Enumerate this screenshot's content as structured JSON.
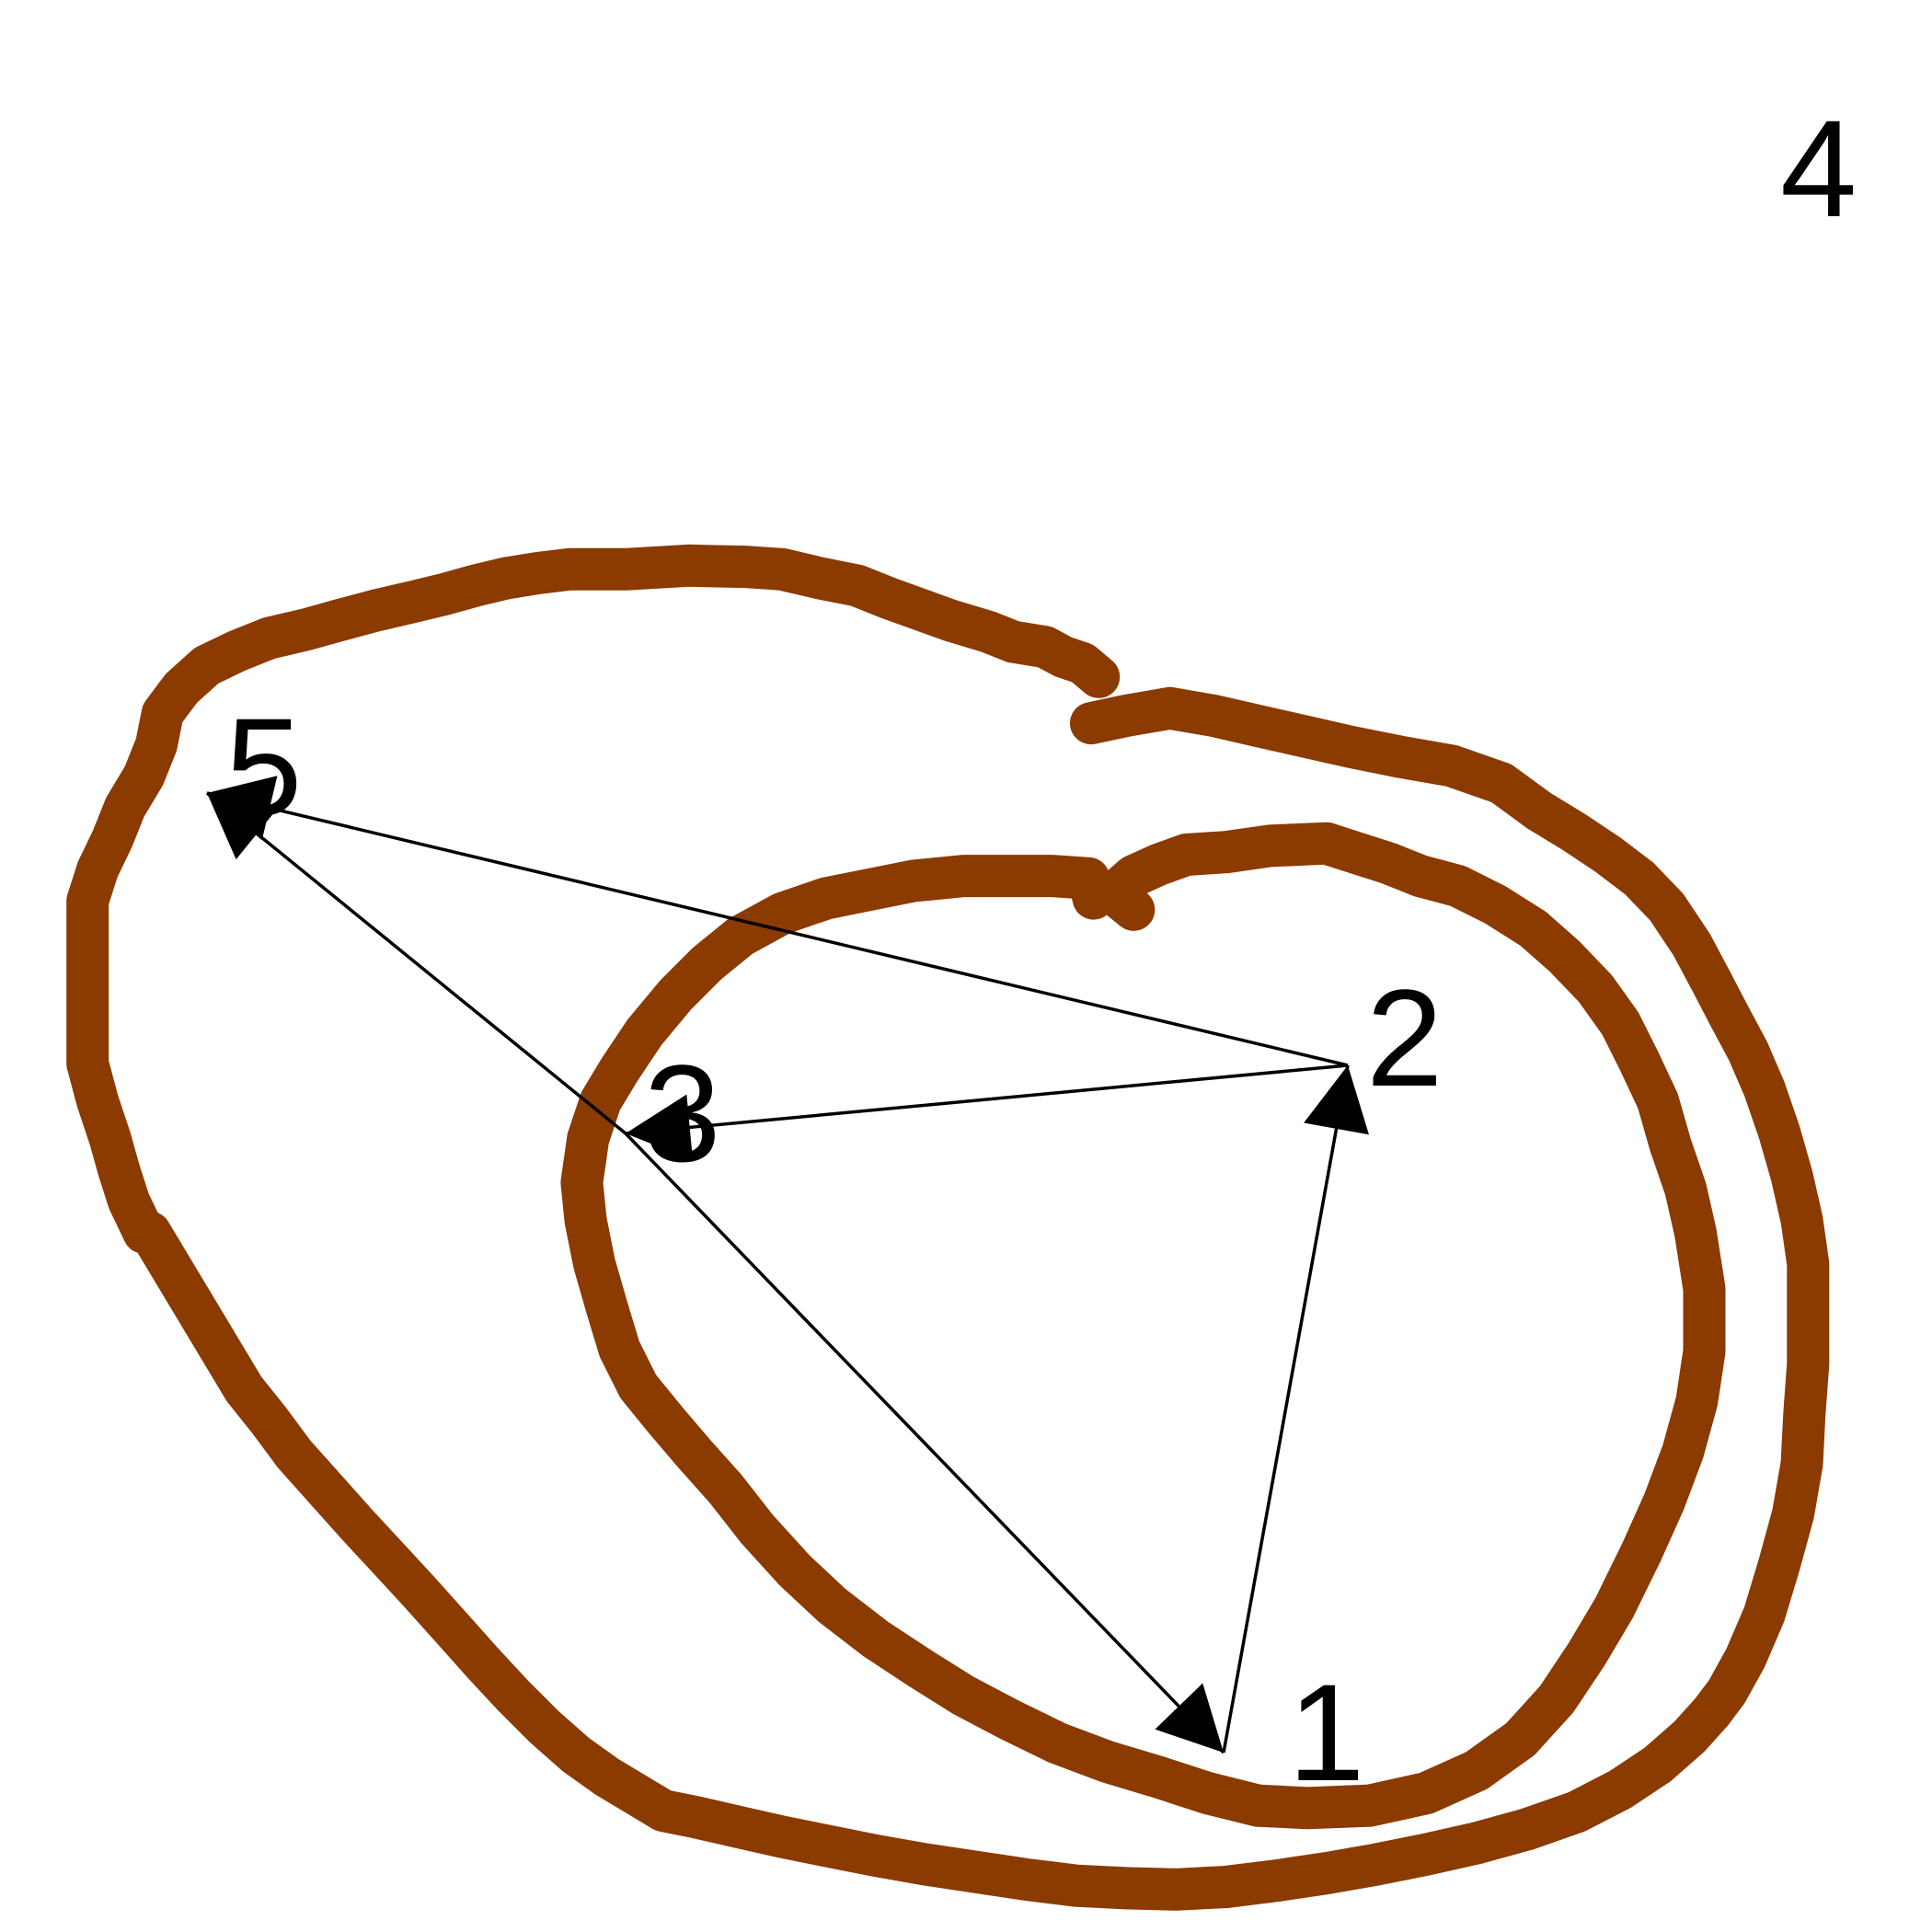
{
  "diagram": {
    "colors": {
      "stroke": "#8B3A00",
      "arrow": "#000000",
      "background": "#ffffff"
    },
    "labels": {
      "n1": "1",
      "n2": "2",
      "n3": "3",
      "n4": "4",
      "n5": "5"
    },
    "arrows": [
      {
        "from": "1",
        "to": "2"
      },
      {
        "from": "2",
        "to": "3"
      },
      {
        "from": "3",
        "to": "1"
      },
      {
        "from": "2",
        "to": "5"
      },
      {
        "from": "3",
        "to": "5"
      }
    ]
  }
}
